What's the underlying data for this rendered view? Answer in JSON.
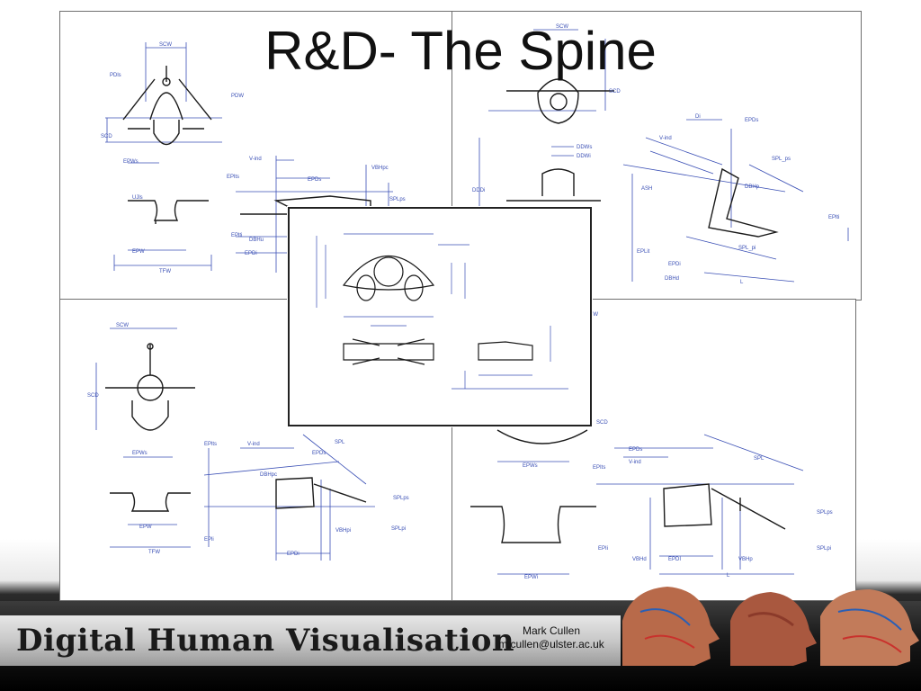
{
  "slide": {
    "title": "R&D- The Spine"
  },
  "diagram_labels": {
    "top_left": [
      "SCW",
      "PDls",
      "PDW",
      "SCD",
      "EPWs",
      "UJls",
      "EPW",
      "TFW",
      "EPlts",
      "V-ind",
      "EPDs",
      "VBHpc",
      "SPLps",
      "EPlti",
      "DBHu",
      "EPDi"
    ],
    "top_right": [
      "SCW",
      "SCD",
      "DDWs",
      "DDWi",
      "DDDi",
      "Di",
      "EPDs",
      "V-ind",
      "SPL_ps",
      "DBHp",
      "ASH",
      "EPDi",
      "SPL_pi",
      "EPlti",
      "L",
      "DBHd",
      "EPLit"
    ],
    "bottom_left": [
      "SCW",
      "SCD",
      "EPWs",
      "EPW",
      "TFW",
      "EPlts",
      "V-ind",
      "SPL",
      "EPDs",
      "SPLps",
      "SPLpi",
      "EPli",
      "DBHpc",
      "EPDi",
      "VBHpi"
    ],
    "bottom_right": [
      "SCW",
      "SCD",
      "EPDs",
      "V-ind",
      "SPL",
      "EPWs",
      "EPIts",
      "SPLps",
      "SPLpi",
      "EPIi",
      "EPDI",
      "L",
      "VBHd",
      "VBHp",
      "EPWi"
    ]
  },
  "footer": {
    "brand": "Digital Human Visualisation",
    "author_name": "Mark Cullen",
    "author_email": "m.cullen@ulster.ac.uk"
  },
  "colors": {
    "dimension_lines": "#3a4fb5",
    "outline": "#1a1a1a",
    "footer_band": "#c8c8c8"
  }
}
